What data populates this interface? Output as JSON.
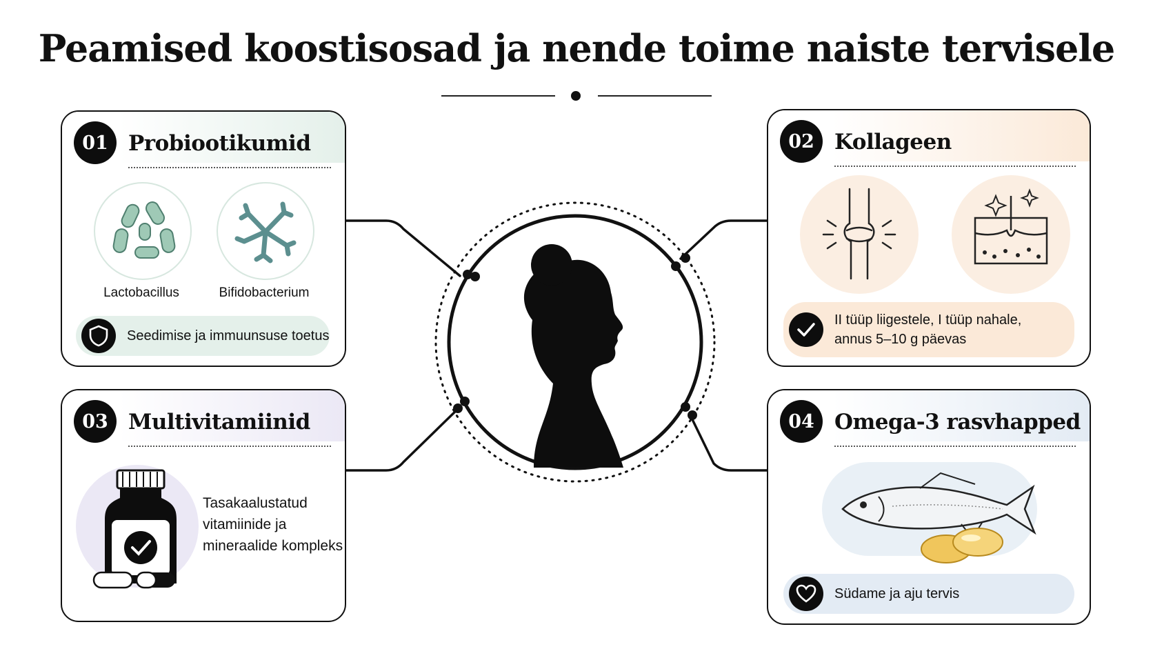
{
  "title": "Peamised koostisosad ja nende toime naiste tervisele",
  "colors": {
    "probiotics": "#e4f0ea",
    "collagen": "#fbe9d8",
    "multivitamins": "#ebe8f5",
    "omega3": "#e3ebf4",
    "ink": "#0d0d0d"
  },
  "cards": {
    "probiotics": {
      "number": "01",
      "title": "Probiootikumid",
      "strain_1": "Lactobacillus",
      "strain_2": "Bifidobacterium",
      "benefit": "Seedimise ja immuunsuse toetus",
      "icons": [
        "lactobacillus-icon",
        "bifidobacterium-icon",
        "shield-icon"
      ]
    },
    "collagen": {
      "number": "02",
      "title": "Kollageen",
      "benefit_line_1": "II tüüp liigestele, I tüüp nahale,",
      "benefit_line_2": "annus 5–10 g päevas",
      "icons": [
        "knee-joint-icon",
        "skin-layers-icon",
        "check-icon"
      ]
    },
    "multivitamins": {
      "number": "03",
      "title": "Multivitamiinid",
      "desc_line_1": "Tasakaalustatud",
      "desc_line_2": "vitamiinide ja",
      "desc_line_3": "mineraalide kompleks",
      "icons": [
        "vitamin-bottle-icon",
        "capsule-icon"
      ]
    },
    "omega3": {
      "number": "04",
      "title": "Omega-3 rasvhapped",
      "benefit": "Südame ja aju tervis",
      "icons": [
        "fish-icon",
        "softgel-icon",
        "heart-icon"
      ]
    }
  },
  "center": {
    "icon": "woman-silhouette-icon"
  }
}
